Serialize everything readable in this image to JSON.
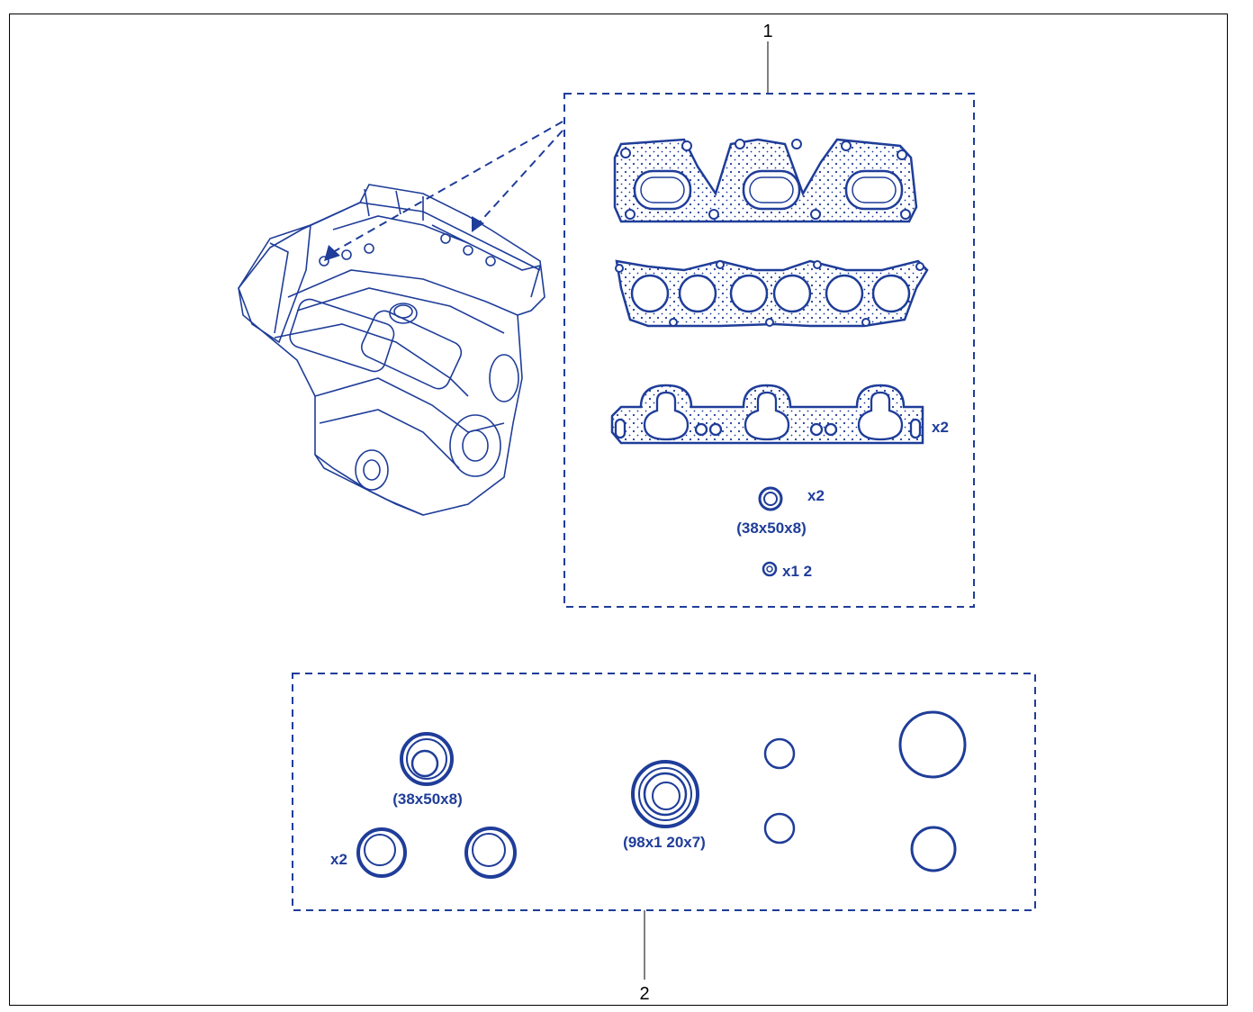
{
  "callouts": {
    "upper": "1",
    "lower": "2"
  },
  "upper_group": {
    "manifold_gasket_qty": "x2",
    "seal_qty": "x2",
    "seal_size": "(38x50x8)",
    "small_seal_qty": "x1 2"
  },
  "lower_group": {
    "seal_a_size": "(38x50x8)",
    "seal_b_size": "(98x1 20x7)",
    "seal_pair_qty": "x2"
  },
  "colors": {
    "ink": "#1f3d99",
    "frame": "#000000"
  }
}
